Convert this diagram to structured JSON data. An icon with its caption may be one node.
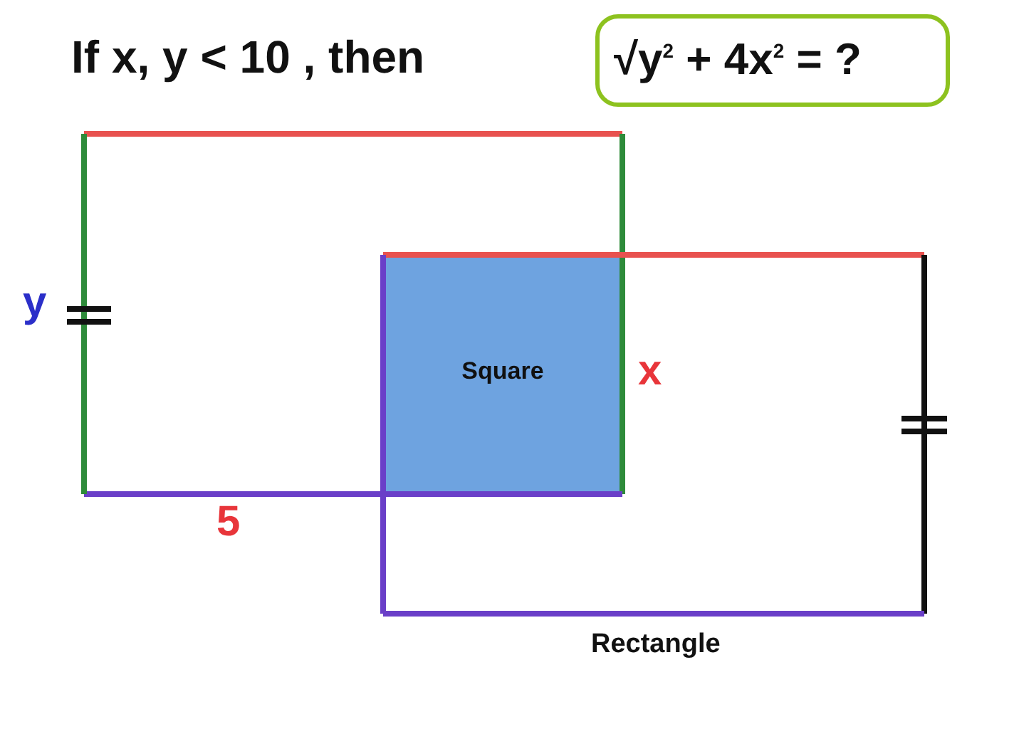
{
  "diagram": {
    "title": "If x, y < 10 , then",
    "nodes": [
      {
        "text": [
          "√y$^{2}$ + 4x$^{2}$ = ?"
        ]
      },
      {
        "text": [],
        "shape": "box",
        "beside": [
          "y",
          "5"
        ]
      },
      {
        "text": [
          "Rectangle"
        ]
      },
      {
        "text": [
          "Square"
        ],
        "beside": [
          "x"
        ]
      }
    ],
    "edges": []
  }
}
